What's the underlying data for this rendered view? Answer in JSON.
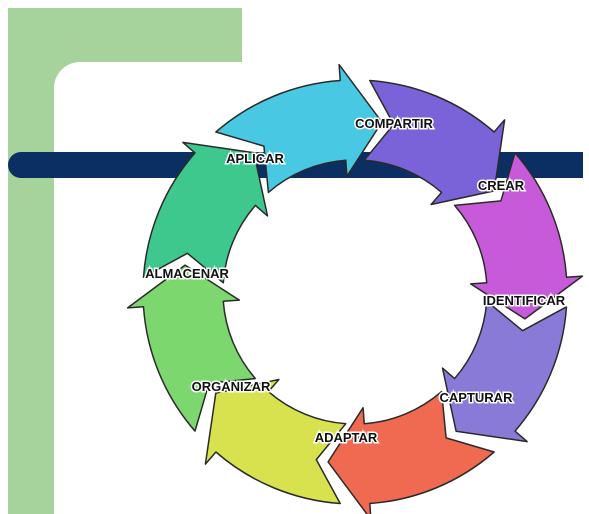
{
  "diagram": {
    "steps": [
      {
        "label": "COMPARTIR",
        "color": "#7a62d8"
      },
      {
        "label": "CREAR",
        "color": "#c65ad8"
      },
      {
        "label": "IDENTIFICAR",
        "color": "#8a7ad8"
      },
      {
        "label": "CAPTURAR",
        "color": "#f06a52"
      },
      {
        "label": "ADAPTAR",
        "color": "#d8e24e"
      },
      {
        "label": "ORGANIZAR",
        "color": "#7cd86e"
      },
      {
        "label": "ALMACENAR",
        "color": "#3ec88e"
      },
      {
        "label": "APLICAR",
        "color": "#48c8e2"
      }
    ]
  },
  "theme": {
    "background": "#ffffff",
    "green_block": "#a6d29c",
    "bar": "#0b2f62",
    "outline": "#2a2a2a"
  }
}
